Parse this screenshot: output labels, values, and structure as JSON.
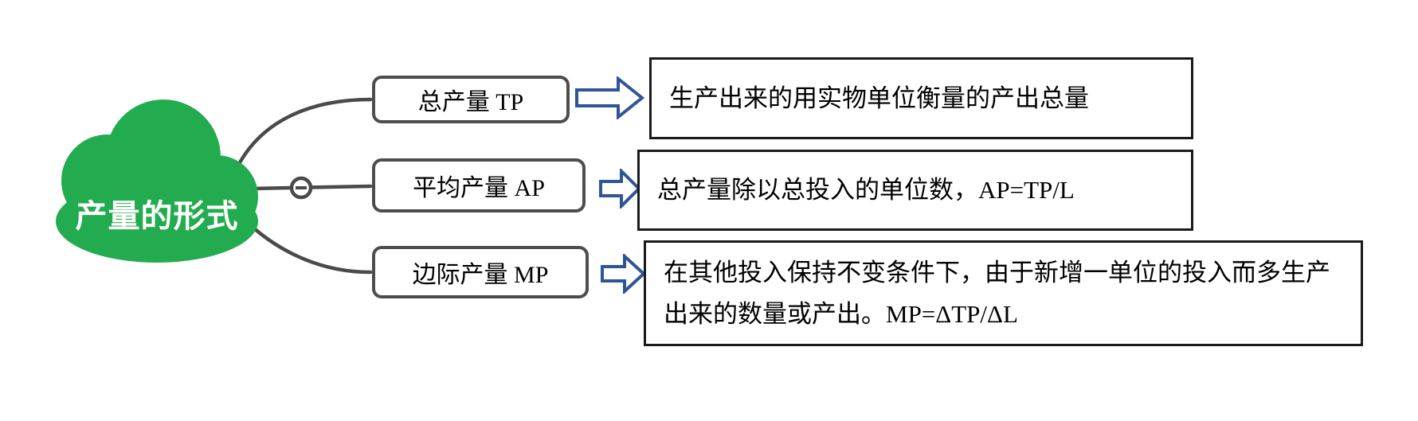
{
  "root": {
    "label": "产量的形式",
    "shape": "cloud",
    "fill_color": "#23ab4f",
    "text_color": "#ffffff"
  },
  "collapse_button": {
    "symbol": "−",
    "state": "expanded"
  },
  "branches": [
    {
      "label": "总产量 TP",
      "description": "生产出来的用实物单位衡量的产出总量"
    },
    {
      "label": "平均产量 AP",
      "description": "总产量除以总投入的单位数，AP=TP/L"
    },
    {
      "label": "边际产量 MP",
      "description": "在其他投入保持不变条件下，由于新增一单位的投入而多生产出来的数量或产出。MP=ΔTP/ΔL"
    }
  ],
  "colors": {
    "cloud_green": "#23ab4f",
    "connector_gray": "#4a4a4a",
    "node_border_gray": "#4d4d4d",
    "desc_border_black": "#1a1a1a",
    "arrow_blue": "#2f5597",
    "background": "#ffffff"
  }
}
